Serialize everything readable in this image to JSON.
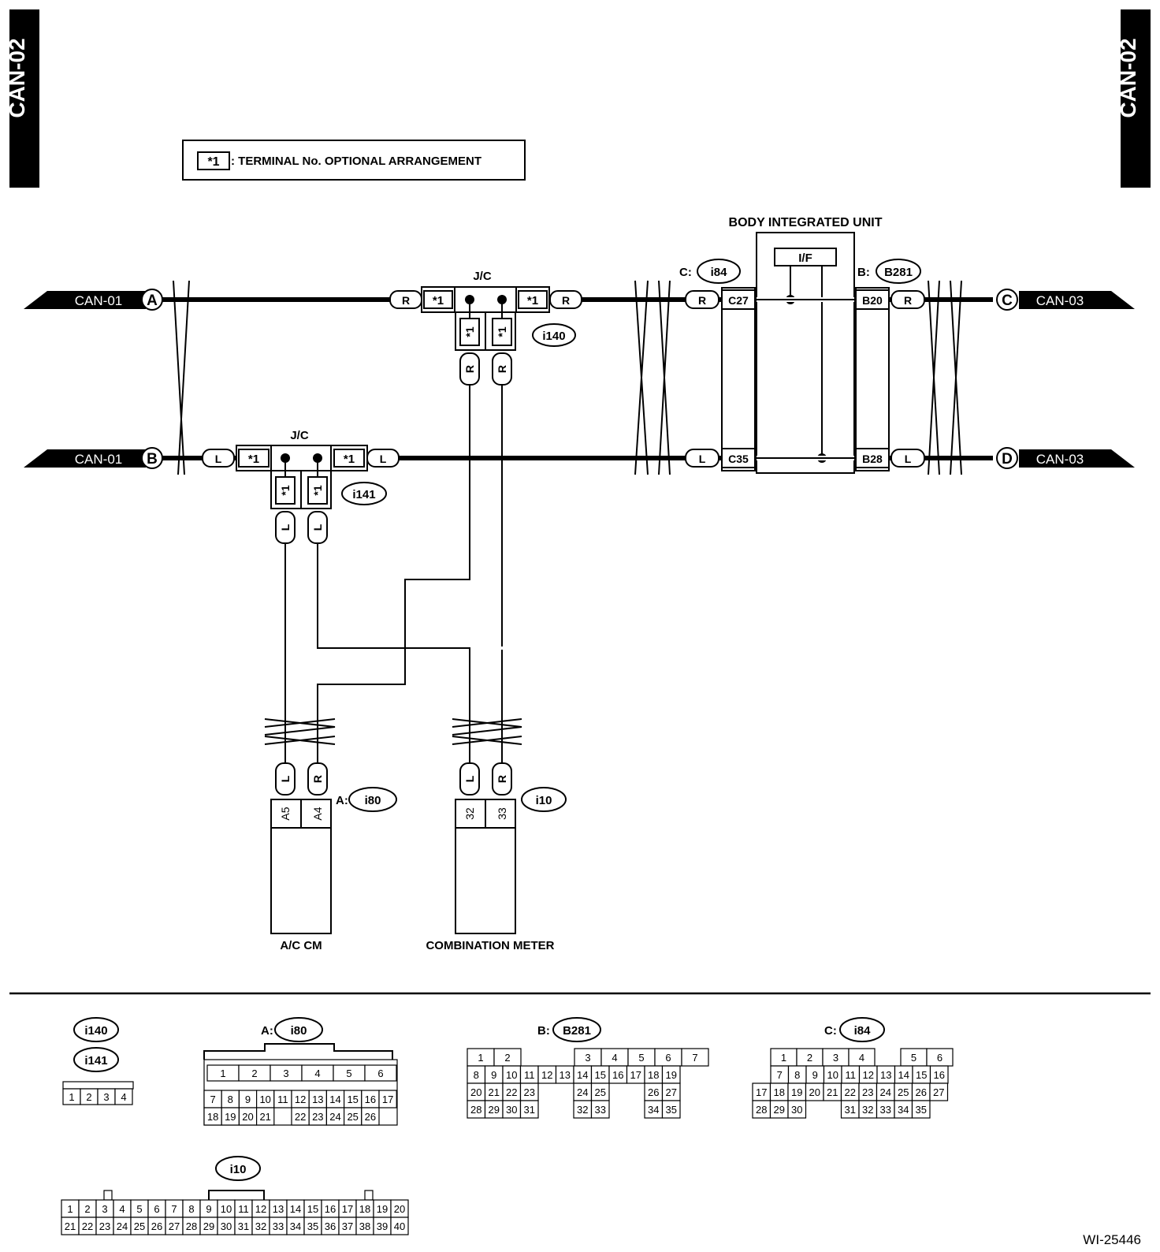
{
  "tabs": {
    "left": "CAN-02",
    "right": "CAN-02"
  },
  "note": {
    "symbol": "*1",
    "text": ": TERMINAL No. OPTIONAL ARRANGEMENT"
  },
  "wire_colors": {
    "red": "R",
    "blue": "L"
  },
  "optional_terminal": "*1",
  "refs": {
    "A_left": "CAN-01",
    "B_left": "CAN-01",
    "C_right": "CAN-03",
    "D_right": "CAN-03",
    "A": "A",
    "B": "B",
    "C": "C",
    "D": "D"
  },
  "jc": {
    "label": "J/C",
    "top_conn": "i140",
    "bot_conn": "i141"
  },
  "body_unit": {
    "title": "BODY INTEGRATED UNIT",
    "interface": "I/F",
    "conn_c_prefix": "C:",
    "conn_c": "i84",
    "conn_b_prefix": "B:",
    "conn_b": "B281",
    "pins": {
      "c27": "C27",
      "c35": "C35",
      "b20": "B20",
      "b28": "B28"
    }
  },
  "ac_cm": {
    "label": "A/C CM",
    "conn_prefix": "A:",
    "conn": "i80",
    "pin_l": "A5",
    "pin_r": "A4"
  },
  "meter": {
    "label": "COMBINATION METER",
    "conn": "i10",
    "pin_l": "32",
    "pin_r": "33"
  },
  "connector_views": {
    "i140": "i140",
    "i141": "i141",
    "i140_pins": [
      "1",
      "2",
      "3",
      "4"
    ],
    "i80_prefix": "A:",
    "i80": "i80",
    "i80_rows": [
      [
        "1",
        "2",
        "3",
        "4",
        "5",
        "6"
      ],
      [
        "7",
        "8",
        "9",
        "10",
        "11",
        "12",
        "13",
        "14",
        "15",
        "16",
        "17"
      ],
      [
        "18",
        "19",
        "20",
        "21",
        "",
        "22",
        "23",
        "24",
        "25",
        "26"
      ]
    ],
    "b281_prefix": "B:",
    "b281": "B281",
    "b281_rows": [
      [
        "1",
        "2",
        "",
        "",
        "3",
        "4",
        "5",
        "6",
        "7"
      ],
      [
        "8",
        "9",
        "10",
        "11",
        "12",
        "13",
        "14",
        "15",
        "16",
        "17",
        "18",
        "19"
      ],
      [
        "20",
        "21",
        "22",
        "23",
        "",
        "",
        "24",
        "25",
        "",
        "",
        "26",
        "27"
      ],
      [
        "28",
        "29",
        "30",
        "31",
        "",
        "",
        "32",
        "33",
        "",
        "",
        "34",
        "35"
      ]
    ],
    "i84_prefix": "C:",
    "i84": "i84",
    "i84_rows": [
      [
        "1",
        "2",
        "3",
        "4",
        "",
        "5",
        "6"
      ],
      [
        "7",
        "8",
        "9",
        "10",
        "11",
        "12",
        "13",
        "14",
        "15",
        "16"
      ],
      [
        "17",
        "18",
        "19",
        "20",
        "21",
        "22",
        "23",
        "24",
        "25",
        "26",
        "27"
      ],
      [
        "28",
        "29",
        "30",
        "",
        "",
        "31",
        "32",
        "33",
        "34",
        "35"
      ]
    ],
    "i10": "i10",
    "i10_rows": [
      [
        "1",
        "2",
        "3",
        "4",
        "5",
        "6",
        "7",
        "8",
        "9",
        "10",
        "11",
        "12",
        "13",
        "14",
        "15",
        "16",
        "17",
        "18",
        "19",
        "20"
      ],
      [
        "21",
        "22",
        "23",
        "24",
        "25",
        "26",
        "27",
        "28",
        "29",
        "30",
        "31",
        "32",
        "33",
        "34",
        "35",
        "36",
        "37",
        "38",
        "39",
        "40"
      ]
    ]
  },
  "figure_id": "WI-25446"
}
